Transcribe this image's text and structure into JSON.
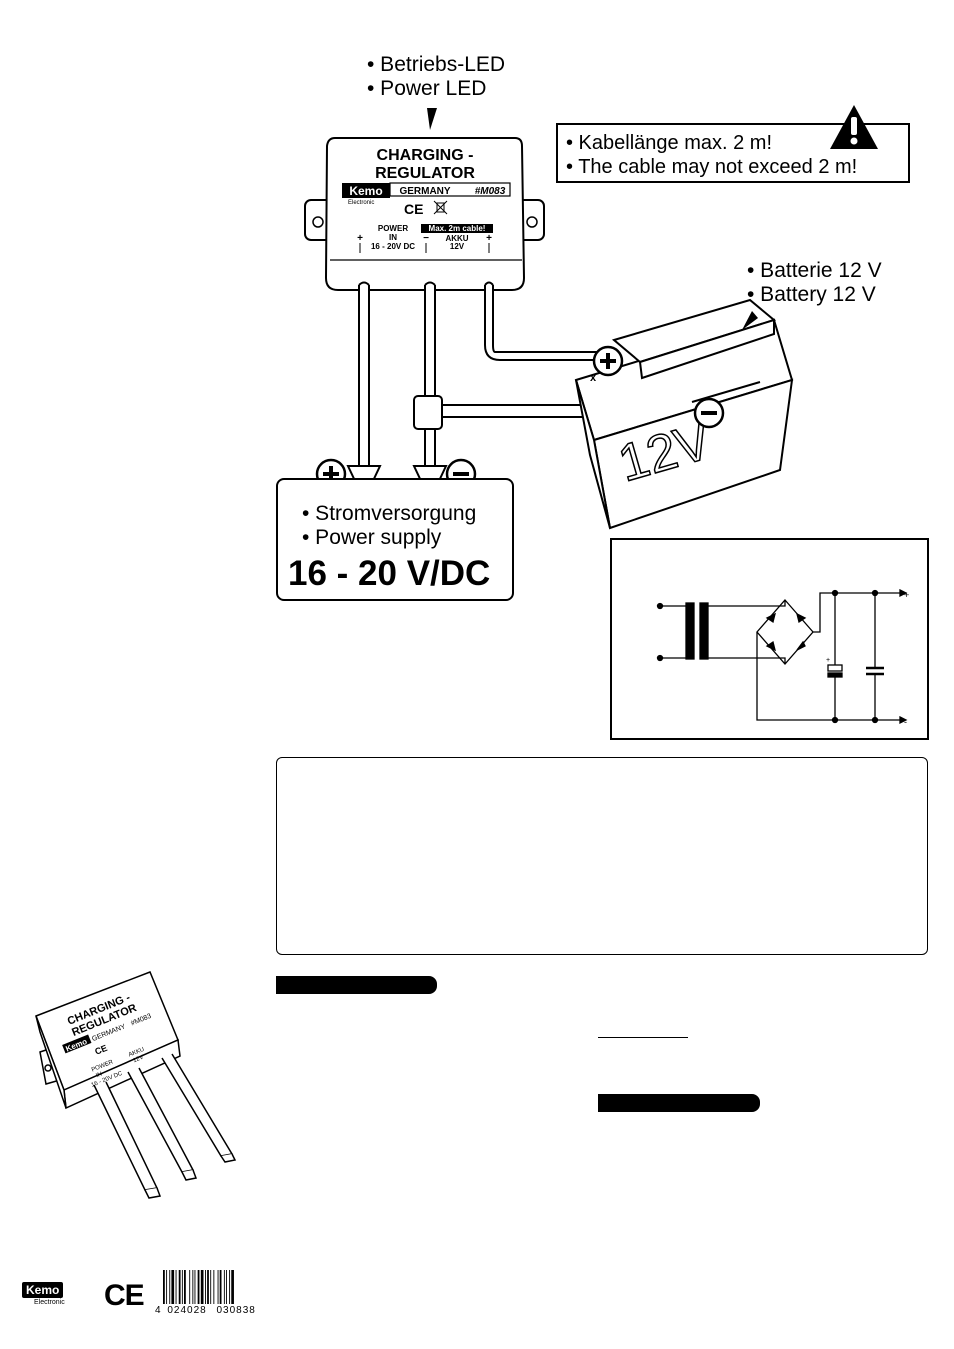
{
  "labels": {
    "power_led": [
      "• Betriebs-LED",
      "• Power LED"
    ],
    "battery": [
      "• Batterie 12 V",
      "• Battery 12 V"
    ],
    "warning": [
      "• Kabellänge max. 2 m!",
      "• The cable may not exceed 2 m!"
    ],
    "supply": [
      "• Stromversorgung",
      "• Power supply"
    ],
    "supply_voltage": "16 - 20 V/DC"
  },
  "module": {
    "title1": "CHARGING -",
    "title2": "REGULATOR",
    "brand": "Kemo",
    "brand_sub": "Electronic",
    "country": "GERMANY",
    "part": "#M083",
    "ce": "CE",
    "power_in": [
      "POWER",
      "IN",
      "16 - 20V DC"
    ],
    "max_cable": "Max. 2m cable!",
    "akku": [
      "AKKU",
      "12V"
    ],
    "plus": "+",
    "minus": "−"
  },
  "battery": {
    "voltage": "12V"
  },
  "schematic": {
    "plus": "+",
    "minus": "-"
  },
  "footer": {
    "brand": "Kemo",
    "brand_sub": "Electronic",
    "ce": "CE",
    "barcode_prefix": "4",
    "barcode_left": "024028",
    "barcode_right": "030838"
  }
}
